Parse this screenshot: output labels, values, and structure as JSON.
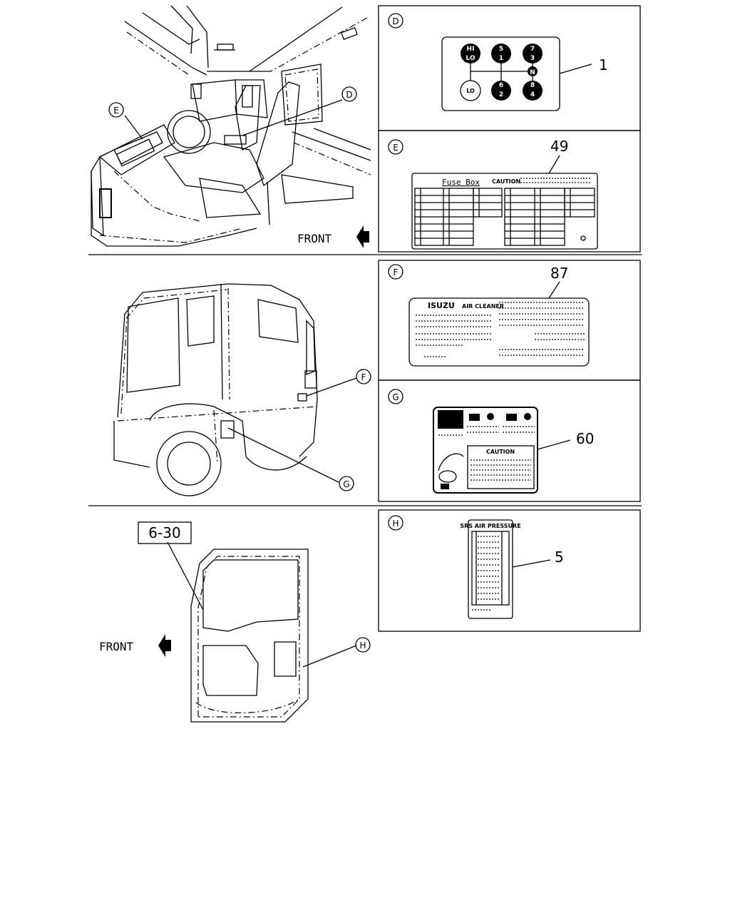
{
  "callouts": {
    "D": "D",
    "E": "E",
    "F": "F",
    "G": "G",
    "H": "H"
  },
  "front_labels": [
    "FRONT",
    "FRONT"
  ],
  "reference_box": "6-30",
  "part_numbers": {
    "shift_pattern": "1",
    "fuse_box_label": "49",
    "air_cleaner_label": "87",
    "caution_label": "60",
    "air_pressure_label": "5"
  },
  "shift_pattern": {
    "gears": [
      {
        "top": "HI",
        "bottom": "LO",
        "filled": true
      },
      {
        "top": "5",
        "bottom": "1",
        "filled": true
      },
      {
        "top": "7",
        "bottom": "3",
        "filled": true
      },
      {
        "top": "N",
        "bottom": "",
        "filled": true
      },
      {
        "top": "LO",
        "bottom": "",
        "filled": false
      },
      {
        "top": "6",
        "bottom": "2",
        "filled": true
      },
      {
        "top": "8",
        "bottom": "4",
        "filled": true
      }
    ]
  },
  "fuse_label": {
    "title": "Fuse Box",
    "caution": "CAUTION"
  },
  "air_cleaner_label": {
    "brand": "ISUZU",
    "subtitle": "AIR CLEANER"
  },
  "caution_label": {
    "caution": "CAUTION"
  },
  "air_pressure_label": {
    "heading": "SRS AIR PRESSURE"
  }
}
